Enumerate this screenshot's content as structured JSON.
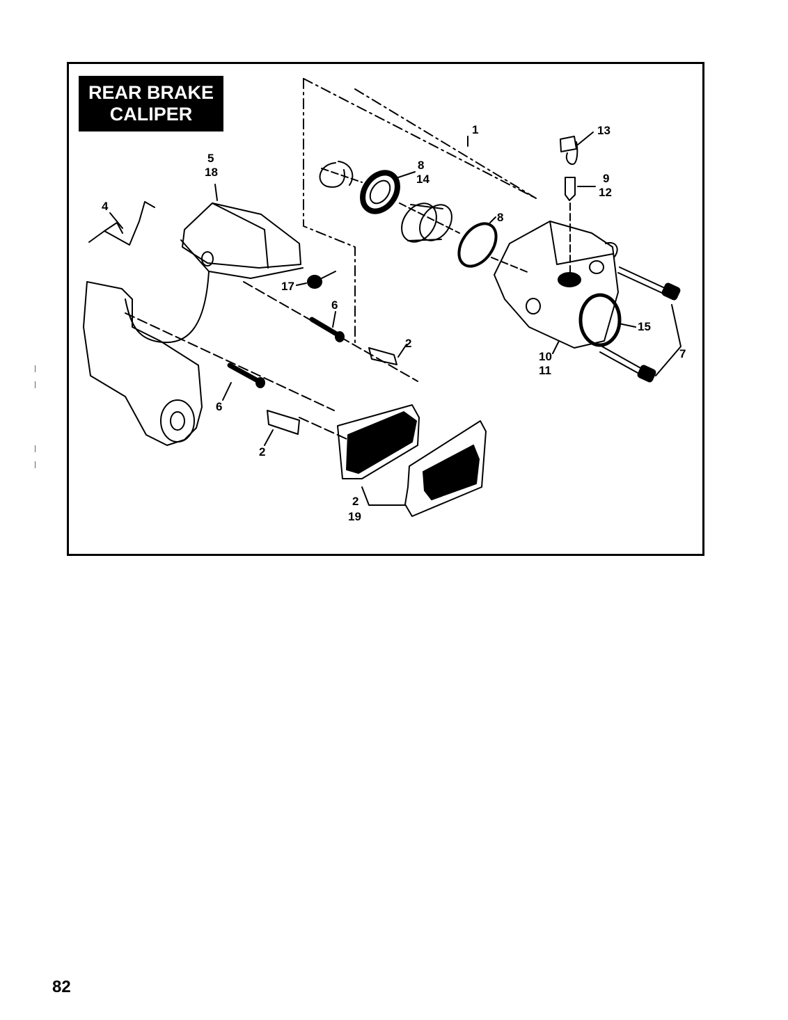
{
  "figure": {
    "title_line1": "REAR BRAKE",
    "title_line2": "CALIPER",
    "callouts": {
      "c1": "1",
      "c2a": "2",
      "c2b": "2",
      "c2c": "2",
      "c4": "4",
      "c5": "5",
      "c6a": "6",
      "c6b": "6",
      "c7": "7",
      "c8a": "8",
      "c8b": "8",
      "c9": "9",
      "c10": "10",
      "c11": "11",
      "c12": "12",
      "c13": "13",
      "c14": "14",
      "c15": "15",
      "c17": "17",
      "c18": "18",
      "c19": "19"
    }
  },
  "page": {
    "number": "82"
  }
}
